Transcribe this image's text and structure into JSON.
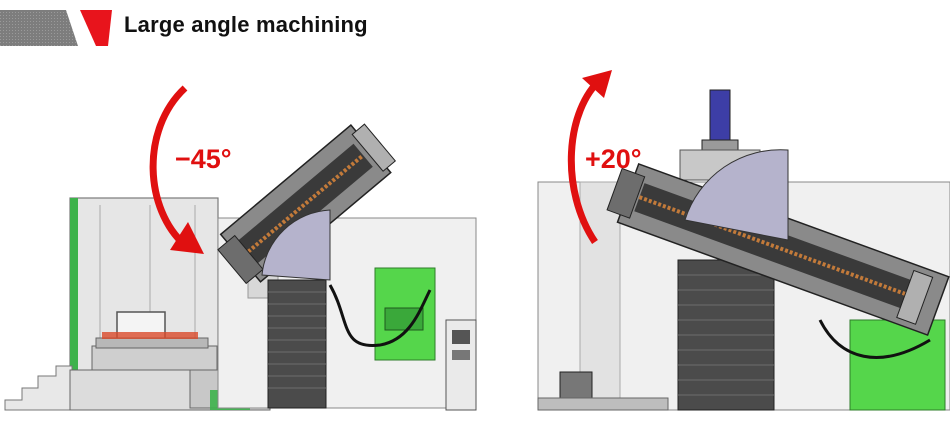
{
  "header": {
    "title": "Large angle machining",
    "colors": {
      "bar_gray": "#8c8c8c",
      "accent_red": "#e8141c"
    }
  },
  "left_figure": {
    "angle_label": "−45°",
    "icon": "rotate-counterclockwise-arrow-icon"
  },
  "right_figure": {
    "angle_label": "+20°",
    "icon": "rotate-clockwise-arrow-icon"
  }
}
